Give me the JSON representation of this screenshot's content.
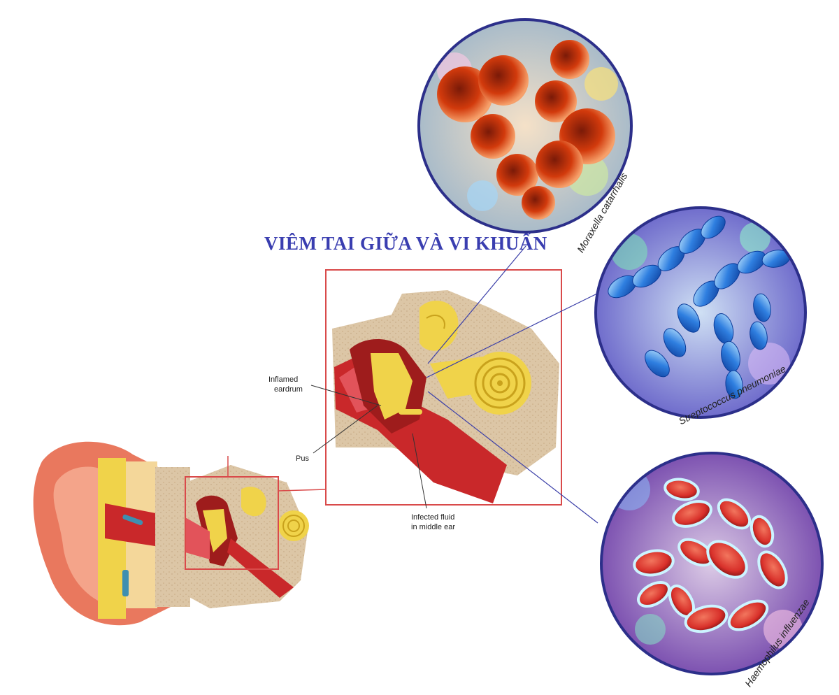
{
  "title": "VIÊM TAI GIỮA VÀ VI KHUẨN",
  "labels": {
    "inflamed_eardrum": [
      "Inflamed",
      "eardrum"
    ],
    "pus": "Pus",
    "infected_fluid": [
      "Infected fluid",
      "in middle ear"
    ]
  },
  "bacteria": [
    {
      "name": "Moraxella catarrhalis",
      "color": "#c0392b"
    },
    {
      "name": "Streptococcus pneumoniae",
      "color": "#2f7fe0"
    },
    {
      "name": "Haemophilus influenzae",
      "color": "#d8302a"
    }
  ],
  "colors": {
    "title": "#3a3eb0",
    "frame": "#d94a4a",
    "connector": "#3b3fa8",
    "circle_border": "#2c2f8a",
    "skin": "#e9785e",
    "bone": "#d9c2a0",
    "canal_red": "#c9282a",
    "yellow": "#f0d34a"
  }
}
